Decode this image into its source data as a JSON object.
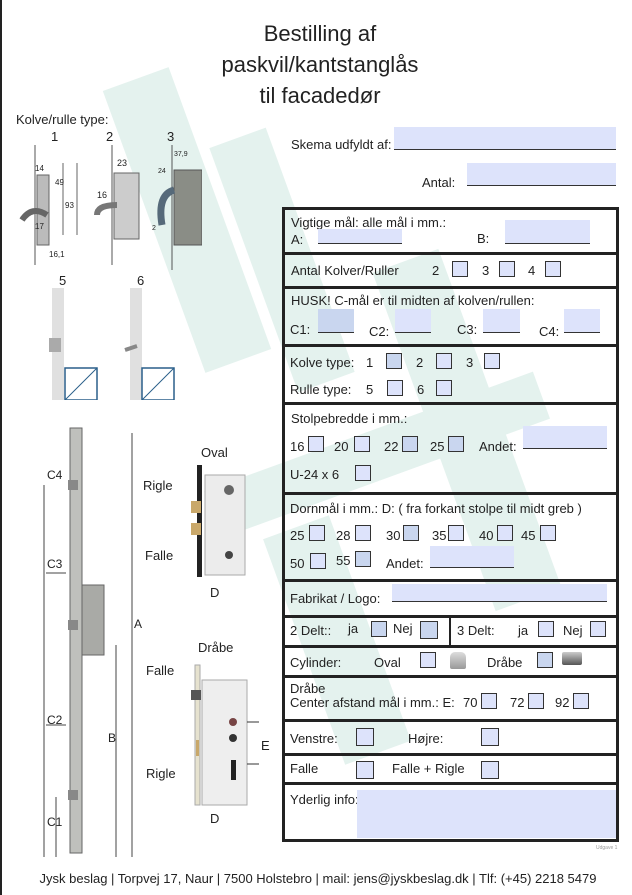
{
  "title": {
    "line1": "Bestilling af",
    "line2": "paskvil/kantstanglås",
    "line3": "til facadedør"
  },
  "header": {
    "filled_by_label": "Skema udfyldt af:",
    "quantity_label": "Antal:"
  },
  "left": {
    "types_heading": "Kolve/rulle type:",
    "type_numbers": [
      "1",
      "2",
      "3",
      "5",
      "6"
    ],
    "type1_dims": [
      "14",
      "49",
      "93",
      "17",
      "16,1"
    ],
    "type2_dims": [
      "23",
      "16"
    ],
    "type3_dims": [
      "37,9",
      "24",
      "2"
    ],
    "diagram_labels": {
      "c4": "C4",
      "c3": "C3",
      "c2": "C2",
      "c1": "C1",
      "a": "A",
      "b": "B"
    },
    "oval": {
      "title": "Oval",
      "rigle": "Rigle",
      "falle": "Falle",
      "d": "D"
    },
    "drabe": {
      "title": "Dråbe",
      "falle": "Falle",
      "rigle": "Rigle",
      "e": "E",
      "d": "D"
    }
  },
  "form": {
    "dims": {
      "heading": "Vigtige mål: alle mål i mm.:",
      "a": "A:",
      "b": "B:"
    },
    "count": {
      "label": "Antal Kolver/Ruller",
      "options": [
        "2",
        "3",
        "4"
      ]
    },
    "cdims": {
      "heading": "HUSK! C-mål er til midten af kolven/rullen:",
      "c1": "C1:",
      "c2": "C2:",
      "c3": "C3:",
      "c4": "C4:"
    },
    "types": {
      "kolve_label": "Kolve type:",
      "kolve_options": [
        "1",
        "2",
        "3"
      ],
      "rulle_label": "Rulle type:",
      "rulle_options": [
        "5",
        "6"
      ]
    },
    "post": {
      "heading": "Stolpebredde i mm.:",
      "options": [
        "16",
        "20",
        "22",
        "25"
      ],
      "other": "Andet:",
      "u24": "U-24 x 6"
    },
    "backset": {
      "heading": "Dornmål i mm.: D: ( fra forkant stolpe til midt greb )",
      "options": [
        "25",
        "28",
        "30",
        "35",
        "40",
        "45",
        "50",
        "55"
      ],
      "other": "Andet:"
    },
    "brand": {
      "label": "Fabrikat / Logo:"
    },
    "split2": {
      "label": "2 Delt::",
      "yes": "ja",
      "no": "Nej"
    },
    "split3": {
      "label": "3 Delt:",
      "yes": "ja",
      "no": "Nej"
    },
    "cylinder": {
      "label": "Cylinder:",
      "oval": "Oval",
      "drabe": "Dråbe"
    },
    "center": {
      "line1": "Dråbe",
      "line2": "Center afstand mål i mm.: E:",
      "options": [
        "70",
        "72",
        "92"
      ]
    },
    "side": {
      "left": "Venstre:",
      "right": "Højre:"
    },
    "latch": {
      "falle": "Falle",
      "falle_rigle": "Falle + Rigle"
    },
    "info": {
      "label": "Yderlig info:"
    }
  },
  "version": "Udgave 1",
  "footer": "Jysk beslag | Torpvej 17, Naur | 7500 Holstebro | mail: jens@jyskbeslag.dk | Tlf: (+45) 2218 5479"
}
